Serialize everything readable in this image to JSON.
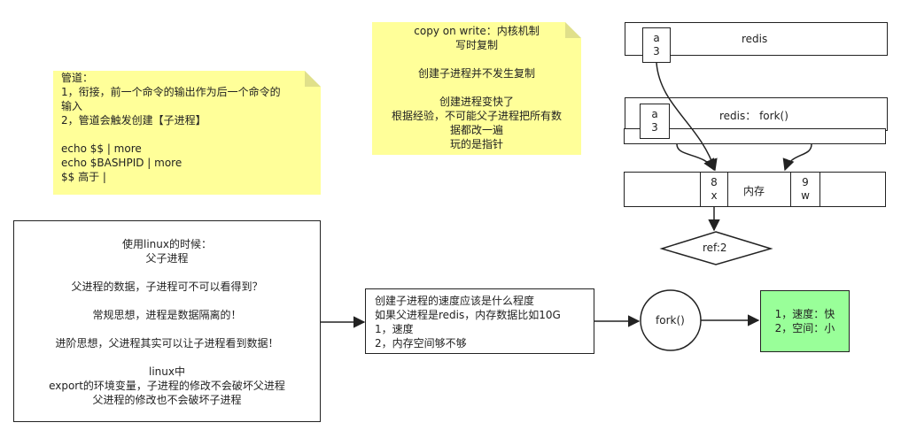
{
  "note_pipe": {
    "lines": [
      "管道：",
      "1，衔接，前一个命令的输出作为后一个命令的",
      "输入",
      "2，管道会触发创建【子进程】",
      "",
      "echo $$  |   more",
      "echo $BASHPID |  more",
      "$$ 高于 |"
    ]
  },
  "note_cow": {
    "lines": [
      "copy on write：内核机制",
      "写时复制",
      "",
      "创建子进程并不发生复制",
      "",
      "创建进程变快了",
      "根据经验，不可能父子进程把所有数",
      "据都改一遍",
      "玩的是指针"
    ]
  },
  "redis_top": {
    "label": "redis",
    "var": "a",
    "val": "3"
  },
  "redis_fork": {
    "label": "redis：  fork()",
    "var": "a",
    "val": "3"
  },
  "memory": {
    "label": "内存",
    "left_cell": {
      "top": "8",
      "bottom": "x"
    },
    "right_cell": {
      "top": "9",
      "bottom": "w"
    }
  },
  "ref_label": "ref:2",
  "main_box": {
    "lines": [
      "使用linux的时候：",
      "父子进程",
      "",
      "父进程的数据，子进程可不可以看得到？",
      "",
      "常规思想，进程是数据隔离的！",
      "",
      "进阶思想，父进程其实可以让子进程看到数据！",
      "",
      "linux中",
      "export的环境变量，子进程的修改不会破坏父进程",
      "父进程的修改也不会破坏子进程"
    ]
  },
  "question_box": {
    "lines": [
      "创建子进程的速度应该是什么程度",
      "如果父进程是redis，内存数据比如10G",
      "1，速度",
      "2，内存空间够不够"
    ]
  },
  "fork_label": "fork()",
  "result_box": {
    "lines": [
      "1，速度：快",
      "2，空间：小"
    ],
    "color": "#99ff99"
  }
}
